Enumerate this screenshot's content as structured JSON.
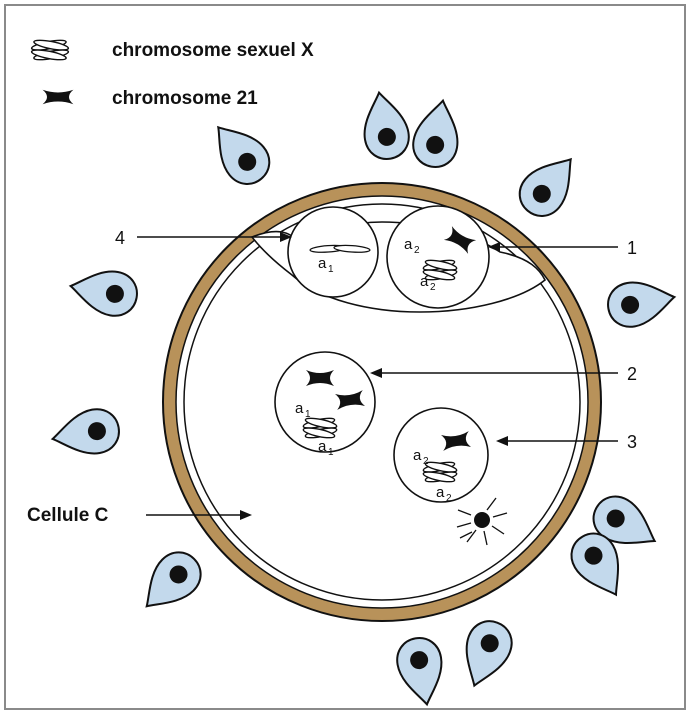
{
  "legend": {
    "x_chromosome": {
      "label": "chromosome sexuel X",
      "icon": "x-chromosome-icon"
    },
    "chromosome_21": {
      "label": "chromosome 21",
      "icon": "chromosome-21-icon"
    }
  },
  "labels": {
    "cell": "Cellule C",
    "nucleus_1": "1",
    "nucleus_2": "2",
    "nucleus_3": "3",
    "nucleus_4": "4",
    "allele_letter": "a",
    "sub_1": "1",
    "sub_2": "2"
  },
  "colors": {
    "zona_pellucida": "#b8925a",
    "follicle_cell": "#c3d9ec",
    "outline": "#111111",
    "frame": "#8a8a8a"
  }
}
